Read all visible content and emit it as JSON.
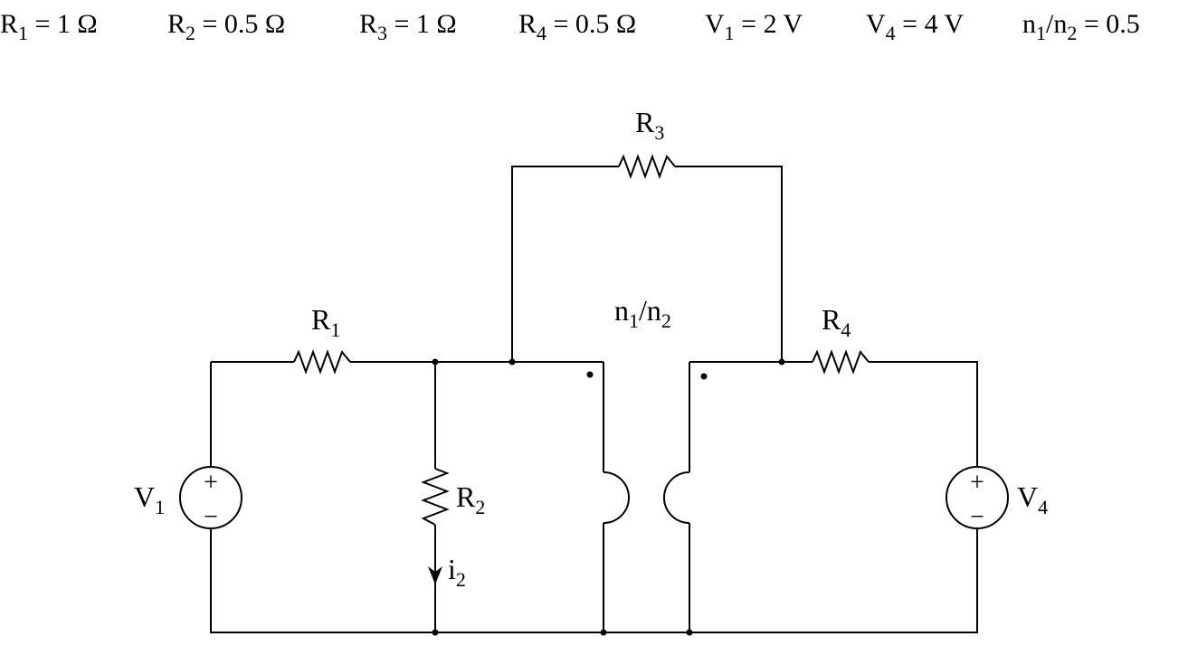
{
  "params": [
    {
      "sym": "R",
      "sub": "1",
      "val": " = 1 Ω"
    },
    {
      "sym": "R",
      "sub": "2",
      "val": " = 0.5 Ω"
    },
    {
      "sym": "R",
      "sub": "3",
      "val": " = 1 Ω"
    },
    {
      "sym": "R",
      "sub": "4",
      "val": " = 0.5 Ω"
    },
    {
      "sym": "V",
      "sub": "1",
      "val": " = 2 V"
    },
    {
      "sym": "V",
      "sub": "4",
      "val": " = 4 V"
    },
    {
      "sym": "n",
      "sub": "1",
      "mid": "/n",
      "sub2": "2",
      "val": " = 0.5"
    }
  ],
  "labels": {
    "r1": {
      "sym": "R",
      "sub": "1"
    },
    "r2": {
      "sym": "R",
      "sub": "2"
    },
    "r3": {
      "sym": "R",
      "sub": "3"
    },
    "r4": {
      "sym": "R",
      "sub": "4"
    },
    "v1": {
      "sym": "V",
      "sub": "1"
    },
    "v4": {
      "sym": "V",
      "sub": "4"
    },
    "ratio": {
      "sym": "n",
      "sub": "1",
      "mid": "/n",
      "sub2": "2"
    },
    "current": {
      "sym": "i",
      "sub": "2"
    }
  },
  "signs": {
    "plus": "+",
    "minus": "−"
  }
}
